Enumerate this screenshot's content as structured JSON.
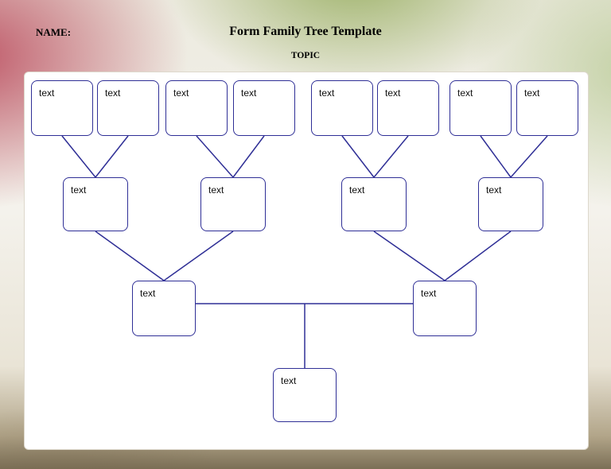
{
  "header": {
    "name_label": "NAME:",
    "title": "Form Family Tree Template",
    "topic_label": "TOPIC"
  },
  "tree": {
    "generation1": [
      "text",
      "text",
      "text",
      "text",
      "text",
      "text",
      "text",
      "text"
    ],
    "generation2": [
      "text",
      "text",
      "text",
      "text"
    ],
    "generation3": [
      "text",
      "text"
    ],
    "generation4": [
      "text"
    ]
  },
  "colors": {
    "node_border": "#2f2f96",
    "connector": "#2f2f96",
    "text": "#000000"
  }
}
